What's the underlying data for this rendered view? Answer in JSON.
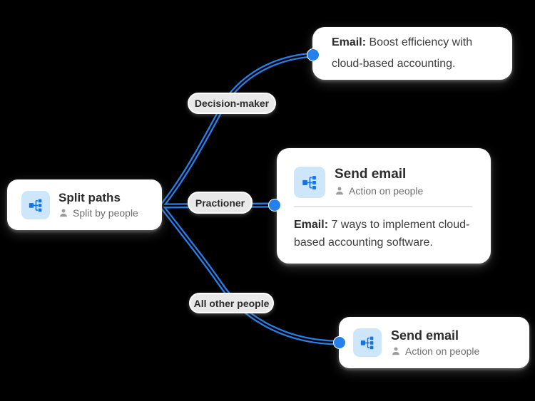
{
  "colors": {
    "background": "#000000",
    "accent_blue": "#2680EB",
    "icon_bg": "#CDE6FA",
    "icon_glyph": "#1473E6",
    "pill_bg": "#E9E9E9",
    "title_text": "#2C2C2C",
    "subtitle_text": "#6E6E6E",
    "body_text": "#3D3D3D",
    "divider": "#E3E3E3",
    "person_icon_gray": "#9B9B9B"
  },
  "icons": {
    "split_node_icon": "split-paths-icon",
    "send_email_icon": "split-paths-icon",
    "subtitle_icon": "person-icon",
    "connector_endpoint": "connector-dot"
  },
  "split_node": {
    "title": "Split paths",
    "subtitle": "Split by people"
  },
  "branches": [
    {
      "label": "Decision-maker"
    },
    {
      "label": "Practioner"
    },
    {
      "label": "All other people"
    }
  ],
  "email_preview_card": {
    "label_bold": "Email:",
    "text": " Boost efficiency with cloud-based accounting."
  },
  "send_email_card": {
    "title": "Send email",
    "subtitle": "Action on people",
    "body_label_bold": "Email:",
    "body_text": " 7 ways to implement cloud-based accounting software."
  },
  "send_email_card_2": {
    "title": "Send email",
    "subtitle": "Action on people"
  }
}
